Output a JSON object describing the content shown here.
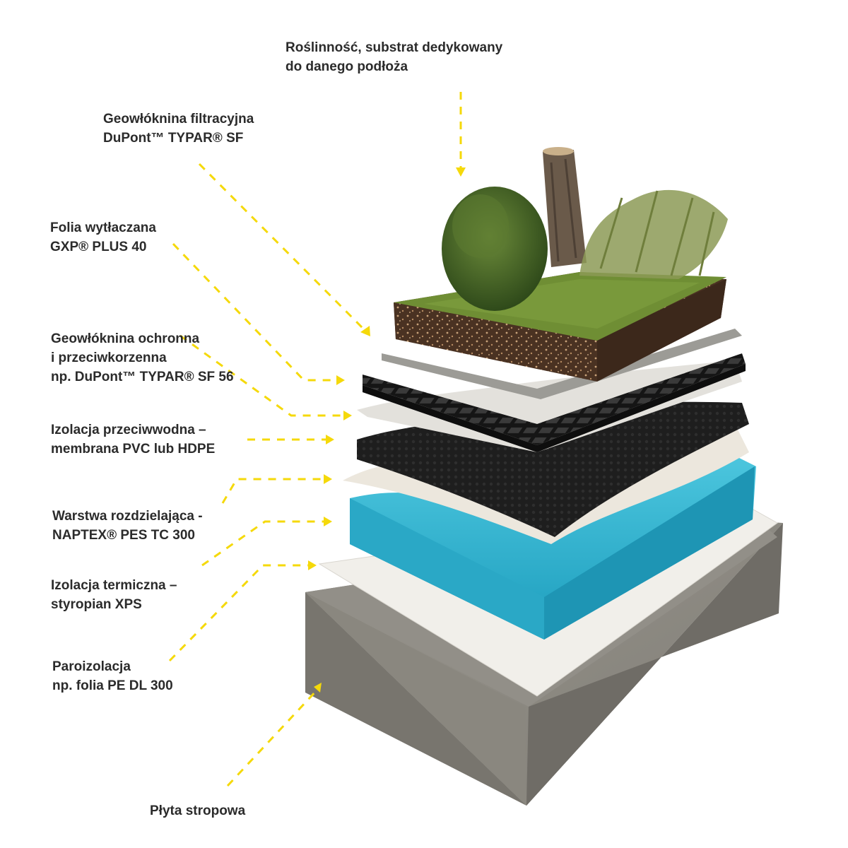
{
  "colors": {
    "arrow": "#f5d90a",
    "label_text": "#2b2b2b",
    "concrete": "#8f8d86",
    "vapor_barrier": "#f1efea",
    "xps_insulation": "#2fb4d0",
    "separation_layer": "#ece7dd",
    "pvc_membrane": "#1f1f1f",
    "protection_fleece": "#e3e1dc",
    "drainage_foil": "#141414",
    "filter_fleece": "#9c9b96",
    "substrate": "#4a3222",
    "grass": "#6f8e34"
  },
  "labels": {
    "vegetation": [
      "Roślinność, substrat dedykowany",
      "do danego podłoża"
    ],
    "filter_geotextile": [
      "Geowłóknina filtracyjna",
      "DuPont™ TYPAR® SF"
    ],
    "extruded_foil": [
      "Folia wytłaczana",
      "GXP® PLUS 40"
    ],
    "protective_geotextile": [
      "Geowłóknina ochronna",
      "i przeciwkorzenna",
      "np. DuPont™ TYPAR® SF 56"
    ],
    "waterproofing": [
      "Izolacja przeciwwodna –",
      "membrana PVC lub HDPE"
    ],
    "separation_layer": [
      "Warstwa rozdzielająca -",
      "NAPTEX® PES TC 300"
    ],
    "thermal_insulation": [
      "Izolacja termiczna –",
      "styropian XPS"
    ],
    "vapor_barrier": [
      "Paroizolacja",
      "np. folia PE DL 300"
    ],
    "ceiling_slab": [
      "Płyta stropowa"
    ]
  }
}
